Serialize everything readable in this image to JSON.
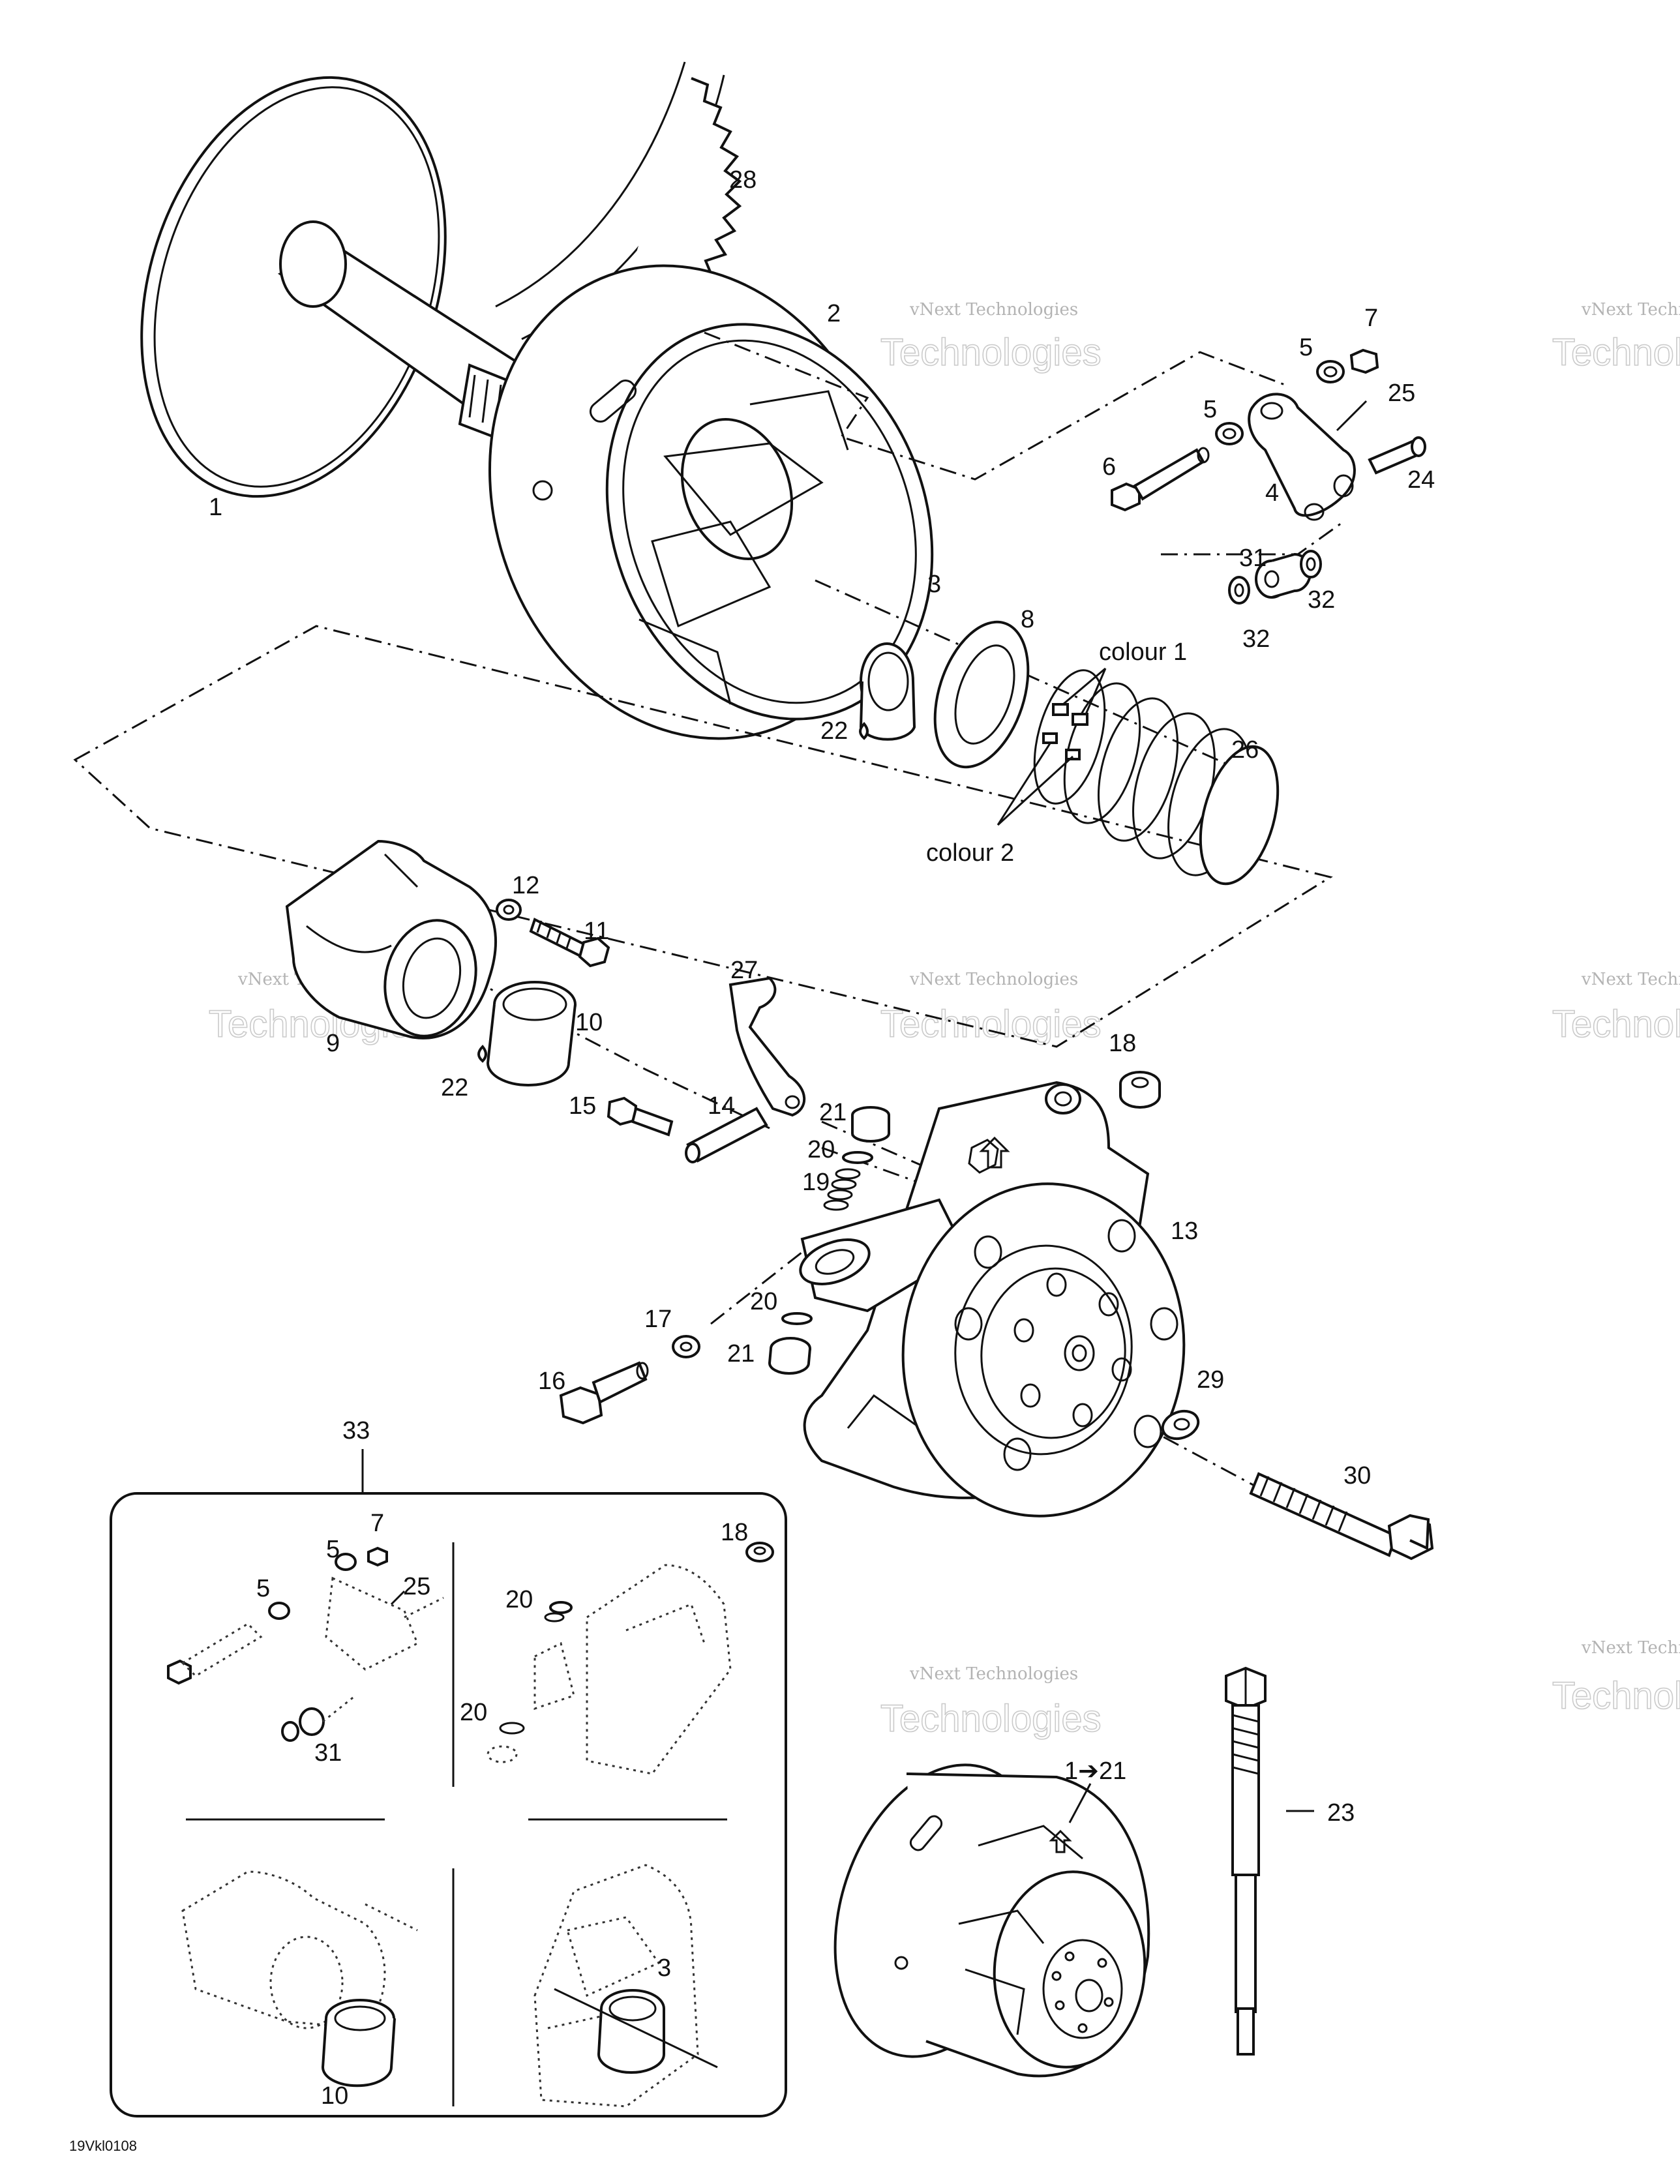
{
  "diagram": {
    "code": "19Vkl0108",
    "colour_labels": {
      "c1": "colour 1",
      "c2": "colour 2"
    },
    "callouts": {
      "p1": "1",
      "p2": "2",
      "p3": "3",
      "p4": "4",
      "p5a": "5",
      "p5b": "5",
      "p6": "6",
      "p7": "7",
      "p8": "8",
      "p9": "9",
      "p10": "10",
      "p11": "11",
      "p12": "12",
      "p13": "13",
      "p14": "14",
      "p15": "15",
      "p16": "16",
      "p17": "17",
      "p18": "18",
      "p19": "19",
      "p20a": "20",
      "p20b": "20",
      "p21a": "21",
      "p21b": "21",
      "p22a": "22",
      "p22b": "22",
      "p23": "23",
      "p24": "24",
      "p25": "25",
      "p26": "26",
      "p27": "27",
      "p28": "28",
      "p29": "29",
      "p30": "30",
      "p31": "31",
      "p32a": "32",
      "p32b": "32",
      "p33": "33",
      "p1to21": "1➔21"
    },
    "inset": {
      "p7": "7",
      "p5a": "5",
      "p5b": "5",
      "p25": "25",
      "p31": "31",
      "p18": "18",
      "p20a": "20",
      "p20b": "20",
      "p10": "10",
      "p3": "3"
    },
    "watermark": {
      "line1": "vNext Technologies",
      "line2": "Technologies"
    }
  }
}
